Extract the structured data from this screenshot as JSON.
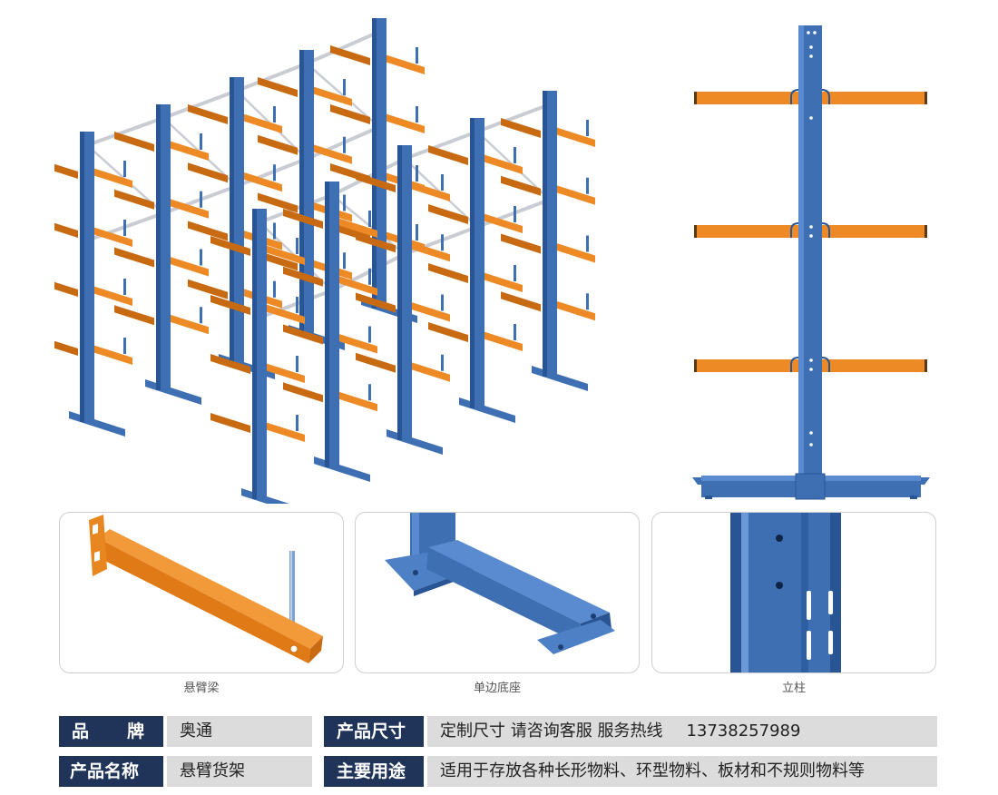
{
  "details": [
    {
      "caption": "悬臂梁"
    },
    {
      "caption": "单边底座"
    },
    {
      "caption": "立柱"
    }
  ],
  "specs": {
    "brand_label_chars": [
      "品",
      "牌"
    ],
    "brand_value": "奥通",
    "size_label": "产品尺寸",
    "size_value": "定制尺寸 请咨询客服  服务热线",
    "phone": "13738257989",
    "name_label": "产品名称",
    "name_value": "悬臂货架",
    "use_label": "主要用途",
    "use_value": "适用于存放各种长形物料、环型物料、板材和不规则物料等"
  },
  "colors": {
    "upright_blue": "#3e6fb3",
    "upright_dark": "#2a5595",
    "arm_orange": "#ee8a25",
    "arm_dark": "#c86a12",
    "brace_gray": "#c9ccd2",
    "label_navy": "#1f3458",
    "value_gray": "#dcdcdc"
  }
}
